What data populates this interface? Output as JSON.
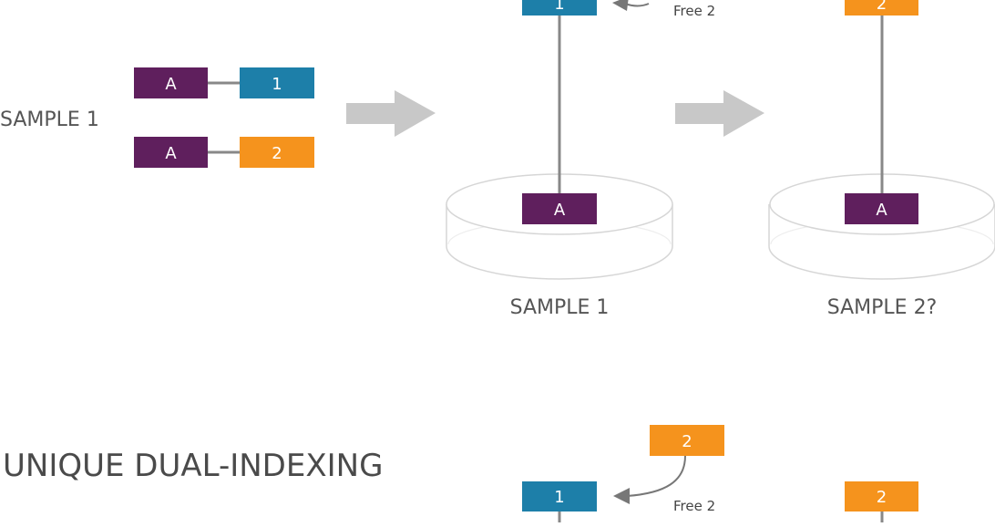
{
  "colors": {
    "purple": "#5f1f5d",
    "blue": "#1d7fa9",
    "orange": "#f5931d",
    "arrow_gray": "#c8c8c8",
    "line_gray": "#888888",
    "dish_stroke": "#d6d6d6",
    "text": "#555555"
  },
  "labels": {
    "sample_left": "SAMPLE 1",
    "dish_1": "SAMPLE 1",
    "dish_2": "SAMPLE 2?",
    "section_title": "UNIQUE DUAL-INDEXING",
    "free_top": "Free 2",
    "free_bottom": "Free 2"
  },
  "boxes": {
    "a1": "A",
    "a2": "A",
    "b1": "1",
    "o2": "2",
    "dish1_top": "1",
    "dish1_base": "A",
    "dish2_top": "2",
    "dish2_base": "A",
    "bottom_free": "2",
    "bottom_left": "1",
    "bottom_right": "2"
  },
  "icons": {
    "process_arrow": "right-block-arrow-icon",
    "free_arrow": "curved-arrow-left-icon"
  }
}
